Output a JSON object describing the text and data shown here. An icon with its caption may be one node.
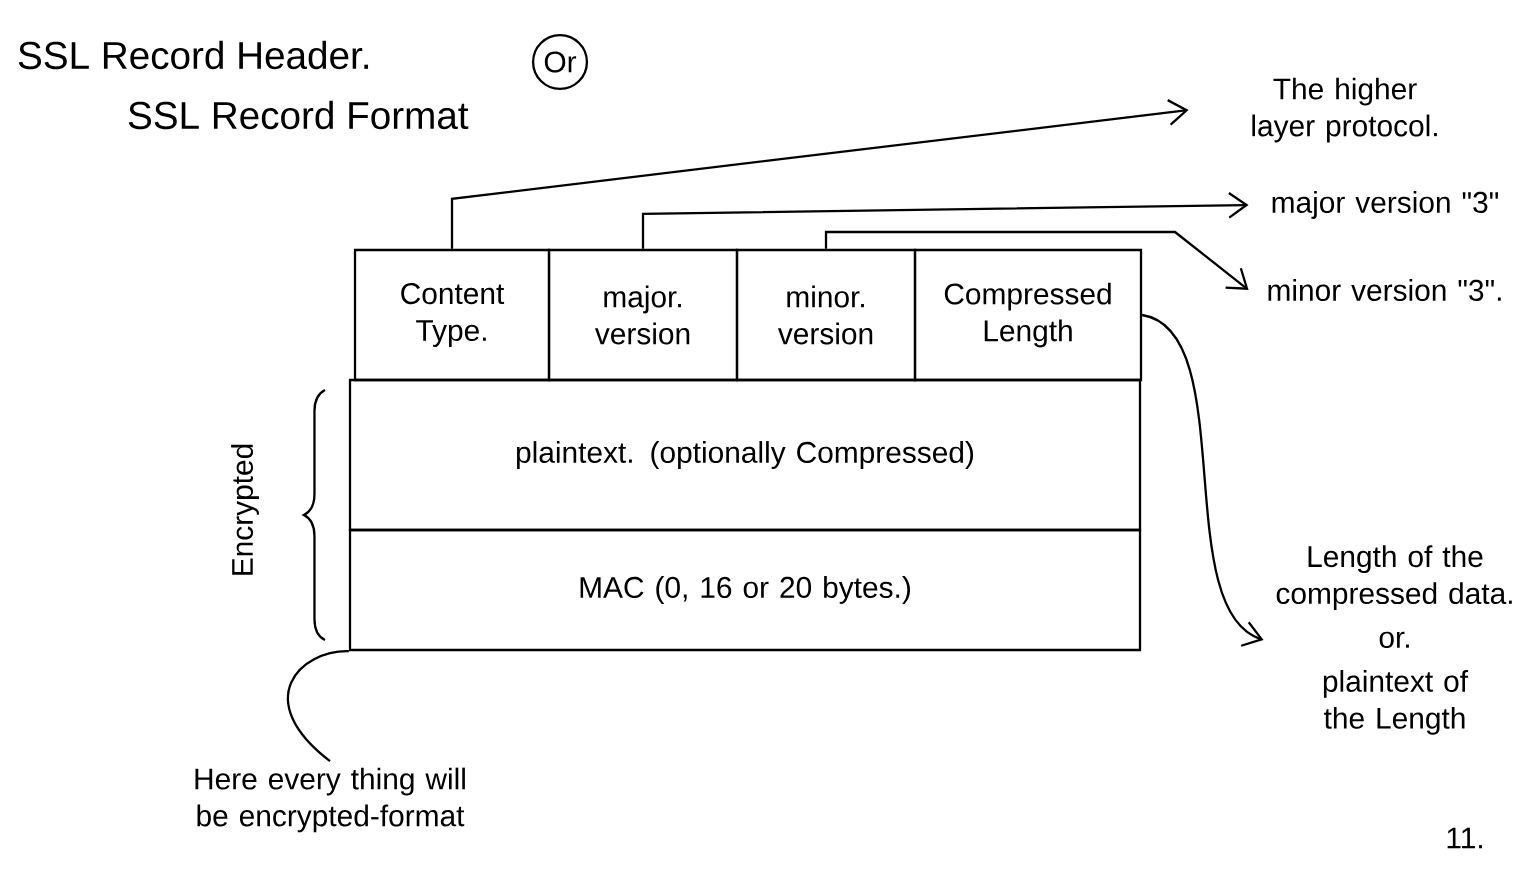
{
  "diagram": {
    "title": "SSL Record Header.",
    "nodes": [
      {
        "text": [
          "Content Type."
        ]
      },
      {
        "text": [
          "major. version"
        ]
      },
      {
        "text": [
          "minor. version"
        ]
      },
      {
        "text": [
          "Compressed Length"
        ]
      },
      {
        "text": [
          "plaintext. (optionally Compressed)"
        ]
      },
      {
        "text": [
          "MAC (0, 16 or 20 bytes.)"
        ]
      },
      {
        "text": [
          "The higher layer protocol."
        ]
      },
      {
        "text": [
          "major version \"3\""
        ]
      },
      {
        "text": [
          "minor version \"3\"."
        ]
      },
      {
        "text": [
          "Length of the compressed data.",
          "or.",
          "plaintext of the Length"
        ]
      },
      {
        "text": [
          "Here every thing will be encrypted-format"
        ]
      }
    ],
    "edges": [
      {
        "from": 0,
        "to": 6,
        "arrow": "to"
      },
      {
        "from": 1,
        "to": 7,
        "arrow": "to"
      },
      {
        "from": 2,
        "to": 8,
        "arrow": "to"
      },
      {
        "from": 3,
        "to": 9,
        "arrow": "to"
      },
      {
        "from": 10,
        "to": 5,
        "arrow": "none"
      }
    ],
    "labels": [
      "Or",
      "SSL Record Format",
      "Encrypted",
      "11."
    ]
  }
}
